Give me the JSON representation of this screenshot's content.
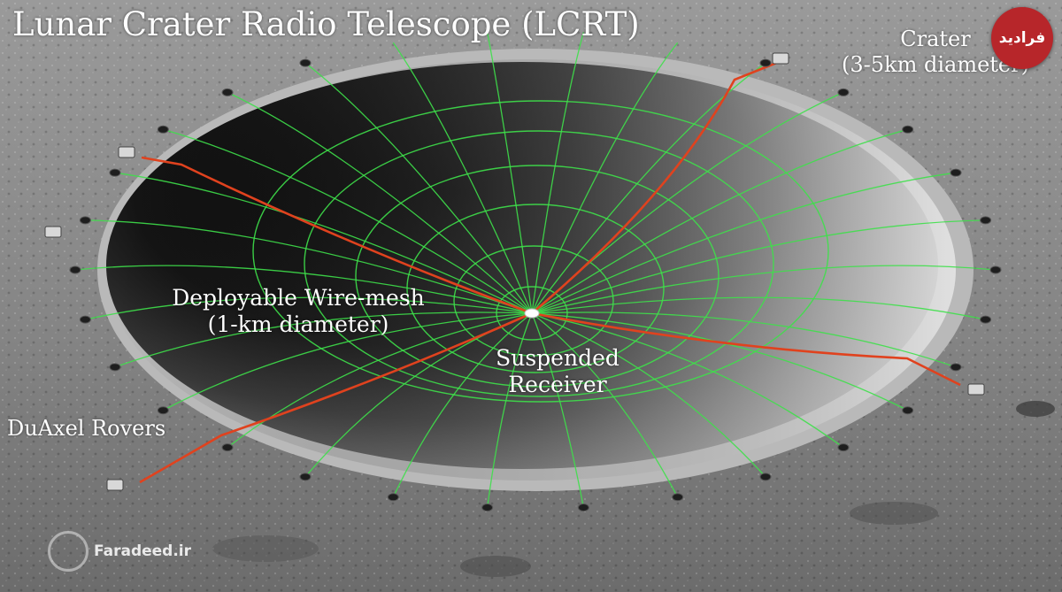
{
  "title": "Lunar Crater Radio Telescope (LCRT)",
  "labels": {
    "crater_line1": "Crater",
    "crater_line2": "(3-5km diameter)",
    "mesh_line1": "Deployable Wire-mesh",
    "mesh_line2": "(1-km diameter)",
    "receiver_line1": "Suspended",
    "receiver_line2": "Receiver",
    "rovers": "DuAxel Rovers"
  },
  "badge": {
    "text": "فرادید"
  },
  "watermark": {
    "text": "Faradeed.ir"
  },
  "colors": {
    "mesh": "#3ee04a",
    "cable": "#e0421e",
    "badge": "#b7262a",
    "regolith": "#8a8a8a"
  }
}
